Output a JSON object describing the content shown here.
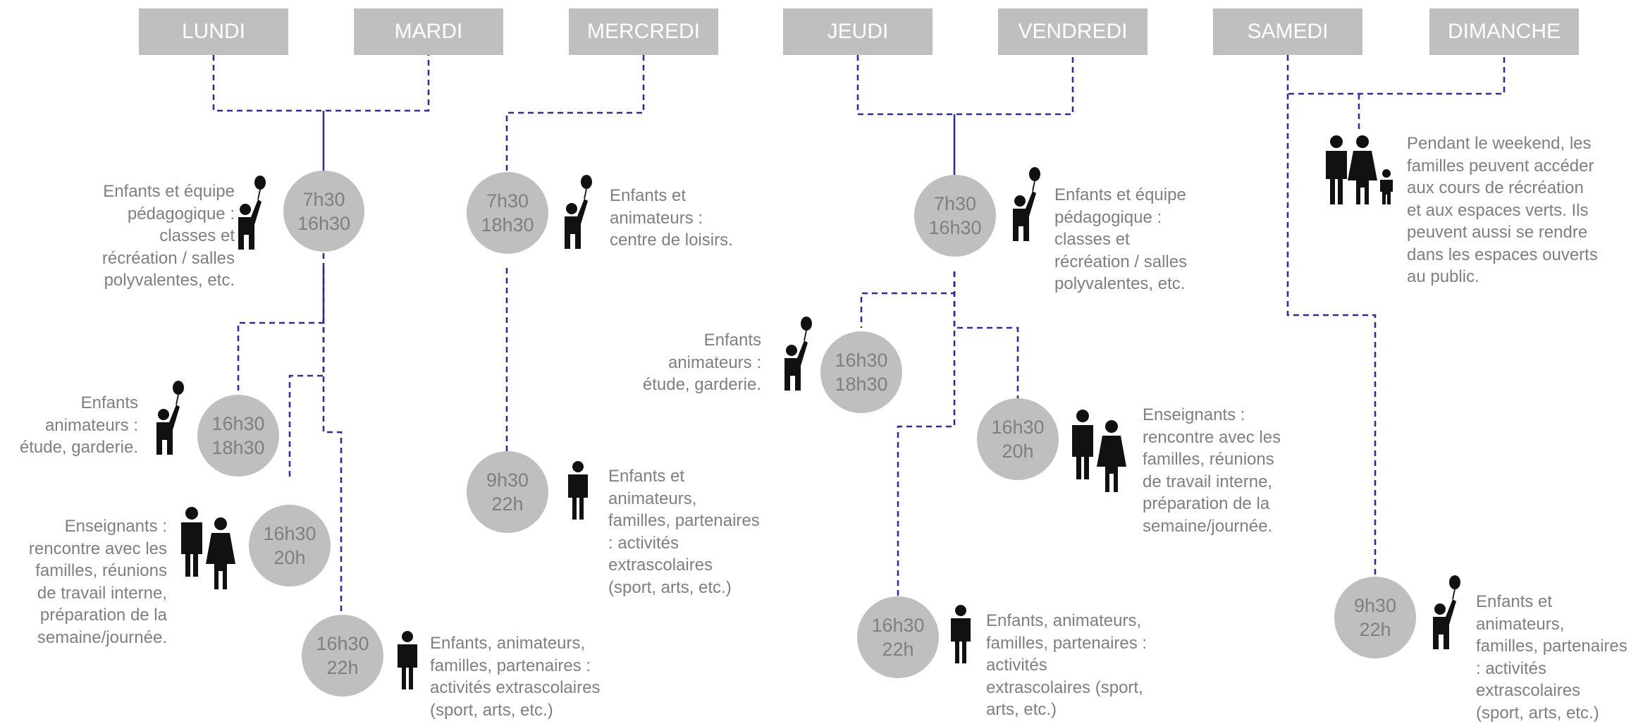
{
  "days": [
    "LUNDI",
    "MARDI",
    "MERCREDI",
    "JEUDI",
    "VENDREDI",
    "SAMEDI",
    "DIMANCHE"
  ],
  "colors": {
    "box": "#bfbfbf",
    "text": "#7f7f7f",
    "wire": "#2f2f8f"
  },
  "circles": {
    "lm1": [
      "7h30",
      "16h30"
    ],
    "lm2": [
      "16h30",
      "18h30"
    ],
    "lm3": [
      "16h30",
      "20h"
    ],
    "lm4": [
      "16h30",
      "22h"
    ],
    "me1": [
      "7h30",
      "18h30"
    ],
    "me2": [
      "9h30",
      "22h"
    ],
    "jv1": [
      "7h30",
      "16h30"
    ],
    "jv2": [
      "16h30",
      "18h30"
    ],
    "jv3": [
      "16h30",
      "20h"
    ],
    "jv4": [
      "16h30",
      "22h"
    ],
    "sd1": [
      "9h30",
      "22h"
    ]
  },
  "texts": {
    "lm1": [
      "Enfants et équipe",
      "pédagogique :",
      "classes et",
      "récréation / salles",
      "polyvalentes, etc."
    ],
    "lm2": [
      "Enfants",
      "animateurs :",
      "étude, garderie."
    ],
    "lm3": [
      "Enseignants :",
      "rencontre avec les",
      "familles, réunions",
      "de travail interne,",
      "préparation de la",
      "semaine/journée."
    ],
    "lm4": [
      "Enfants, animateurs,",
      "familles, partenaires :",
      "activités extrascolaires",
      "(sport, arts, etc.)"
    ],
    "me1": [
      "Enfants et",
      "animateurs :",
      "centre de loisirs."
    ],
    "me2": [
      "Enfants et",
      "animateurs,",
      "familles, partenaires",
      ": activités",
      "extrascolaires",
      "(sport, arts, etc.)"
    ],
    "jv1": [
      "Enfants et équipe",
      "pédagogique :",
      "classes et",
      "récréation / salles",
      "polyvalentes, etc."
    ],
    "jv2": [
      "Enfants",
      "animateurs :",
      "étude, garderie."
    ],
    "jv3": [
      "Enseignants :",
      "rencontre avec les",
      "familles, réunions",
      "de travail interne,",
      "préparation de la",
      "semaine/journée."
    ],
    "jv4": [
      "Enfants, animateurs,",
      "familles, partenaires :",
      "activités",
      "extrascolaires (sport,",
      "arts, etc.)"
    ],
    "sd0": [
      "Pendant le weekend, les",
      "familles peuvent accéder",
      "aux cours de récréation",
      "et aux espaces verts. Ils",
      "peuvent aussi se rendre",
      "dans les espaces ouverts",
      "au public."
    ],
    "sd1": [
      "Enfants et",
      "animateurs,",
      "familles, partenaires",
      ": activités",
      "extrascolaires",
      "(sport, arts, etc.)"
    ]
  },
  "icons": [
    "child-balloon-icon",
    "couple-icon",
    "adult-icon",
    "family-icon"
  ]
}
